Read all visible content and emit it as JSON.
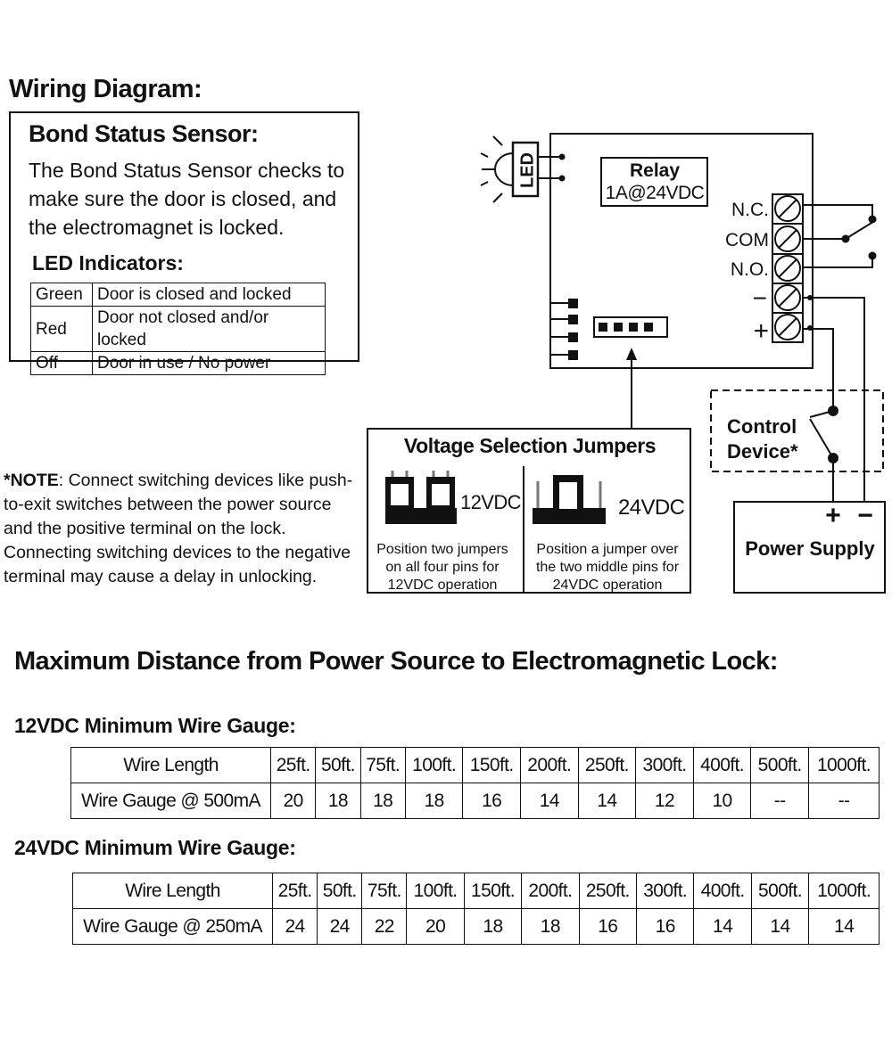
{
  "heading": "Wiring Diagram:",
  "sensor": {
    "title": "Bond Status Sensor:",
    "description": "The Bond Status Sensor checks to make sure the door is closed, and the electromagnet is locked.",
    "led_title": "LED Indicators:",
    "led_rows": [
      {
        "color": "Green",
        "meaning": "Door is closed and locked"
      },
      {
        "color": "Red",
        "meaning": "Door not closed and/or locked"
      },
      {
        "color": "Off",
        "meaning": "Door in use / No power"
      }
    ]
  },
  "note": {
    "prefix": "*NOTE",
    "text": ": Connect switching devices like push-to-exit switches between the power source and the positive terminal on the lock. Connecting switching devices to the negative terminal may cause a delay in unlocking."
  },
  "diagram": {
    "led_label": "LED",
    "relay_title": "Relay",
    "relay_rating": "1A@24VDC",
    "terminals": [
      "N.C.",
      "COM",
      "N.O.",
      "−",
      "+"
    ],
    "jumpers_title": "Voltage Selection Jumpers",
    "jumper_12_label": "12VDC",
    "jumper_24_label": "24VDC",
    "jumper_12_desc": [
      "Position two jumpers",
      "on all four pins for",
      "12VDC operation"
    ],
    "jumper_24_desc": [
      "Position a jumper over",
      "the two middle pins for",
      "24VDC operation"
    ],
    "control_device": [
      "Control",
      "Device*"
    ],
    "power_supply": "Power Supply",
    "ps_plus": "+",
    "ps_minus": "−"
  },
  "distance": {
    "title": "Maximum Distance from Power Source to Electromagnetic Lock:",
    "tables": [
      {
        "subtitle": "12VDC Minimum Wire Gauge:",
        "length_label": "Wire Length",
        "lengths": [
          "25ft.",
          "50ft.",
          "75ft.",
          "100ft.",
          "150ft.",
          "200ft.",
          "250ft.",
          "300ft.",
          "400ft.",
          "500ft.",
          "1000ft."
        ],
        "gauge_label": "Wire Gauge @ 500mA",
        "gauges": [
          "20",
          "18",
          "18",
          "18",
          "16",
          "14",
          "14",
          "12",
          "10",
          "--",
          "--"
        ]
      },
      {
        "subtitle": "24VDC Minimum Wire Gauge:",
        "length_label": "Wire Length",
        "lengths": [
          "25ft.",
          "50ft.",
          "75ft.",
          "100ft.",
          "150ft.",
          "200ft.",
          "250ft.",
          "300ft.",
          "400ft.",
          "500ft.",
          "1000ft."
        ],
        "gauge_label": "Wire Gauge @ 250mA",
        "gauges": [
          "24",
          "24",
          "22",
          "20",
          "18",
          "18",
          "16",
          "16",
          "14",
          "14",
          "14"
        ]
      }
    ]
  }
}
